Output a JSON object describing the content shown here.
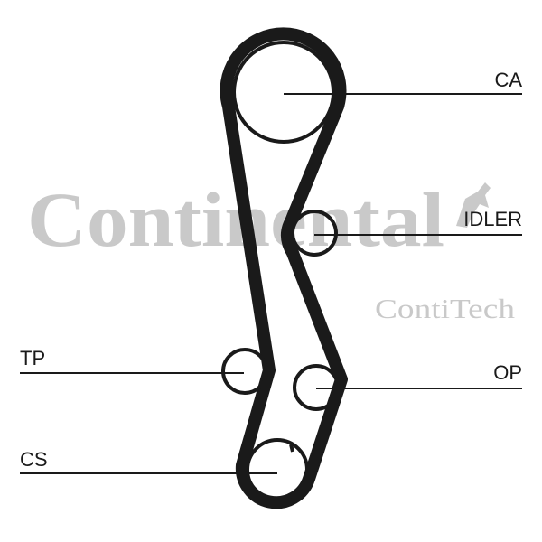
{
  "logo": {
    "brand": "Continental",
    "sub_brand": "ContiTech"
  },
  "labels": {
    "ca": "CA",
    "idler": "IDLER",
    "tp": "TP",
    "op": "OP",
    "cs": "CS"
  },
  "colors": {
    "belt": "#1a1a1a",
    "watermark": "#c9c9c9"
  }
}
